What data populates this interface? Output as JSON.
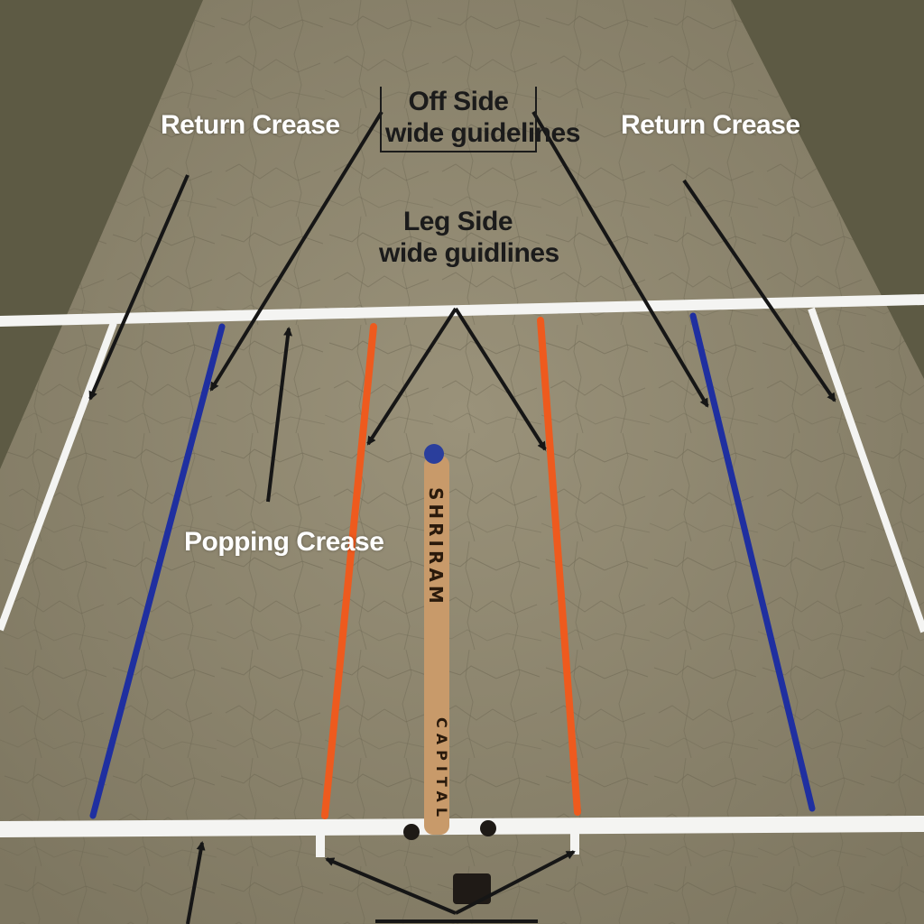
{
  "labels": {
    "return_crease_left": "Return Crease",
    "return_crease_right": "Return Crease",
    "off_side_line1": "Off Side",
    "off_side_line2": "wide guidelines",
    "leg_side_line1": "Leg Side",
    "leg_side_line2": "wide guidlines",
    "popping_crease": "Popping Crease"
  },
  "stump": {
    "brand_line1": "SHRIRAM",
    "brand_line2": "CAPITAL"
  },
  "colors": {
    "pitch": "#8a8268",
    "grass": "#5d5a44",
    "crease": "#f4f4f2",
    "off_side_line": "#1f2fa0",
    "leg_side_line": "#ee5a1e",
    "arrow": "#161616",
    "label_text": "#ffffff"
  }
}
